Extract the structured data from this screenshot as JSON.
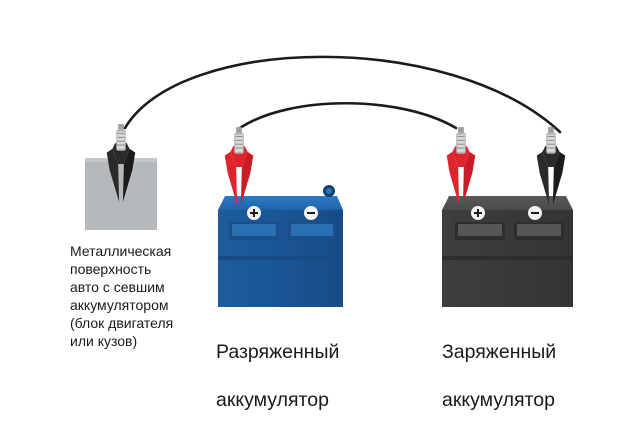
{
  "labels": {
    "metal_surface": "Металлическая поверхность авто с севшим аккумулятором (блок двигателя или кузов)",
    "discharged_line1": "Разряженный",
    "discharged_line2": "аккумулятор",
    "charged_line1": "Заряженный",
    "charged_line2": "аккумулятор"
  },
  "terminals": {
    "plus": "+",
    "minus": "−"
  },
  "colors": {
    "cable": "#1b1b1b",
    "red_clamp": "#e0242e",
    "black_clamp": "#2a2a2a",
    "metal_surface": "#b6b9bc",
    "discharged_battery": "#1d5b9c",
    "charged_battery": "#3a3b3d"
  },
  "icons": {
    "clamp": "alligator-clip-icon",
    "plus_terminal": "plus-icon",
    "minus_terminal": "minus-icon"
  }
}
